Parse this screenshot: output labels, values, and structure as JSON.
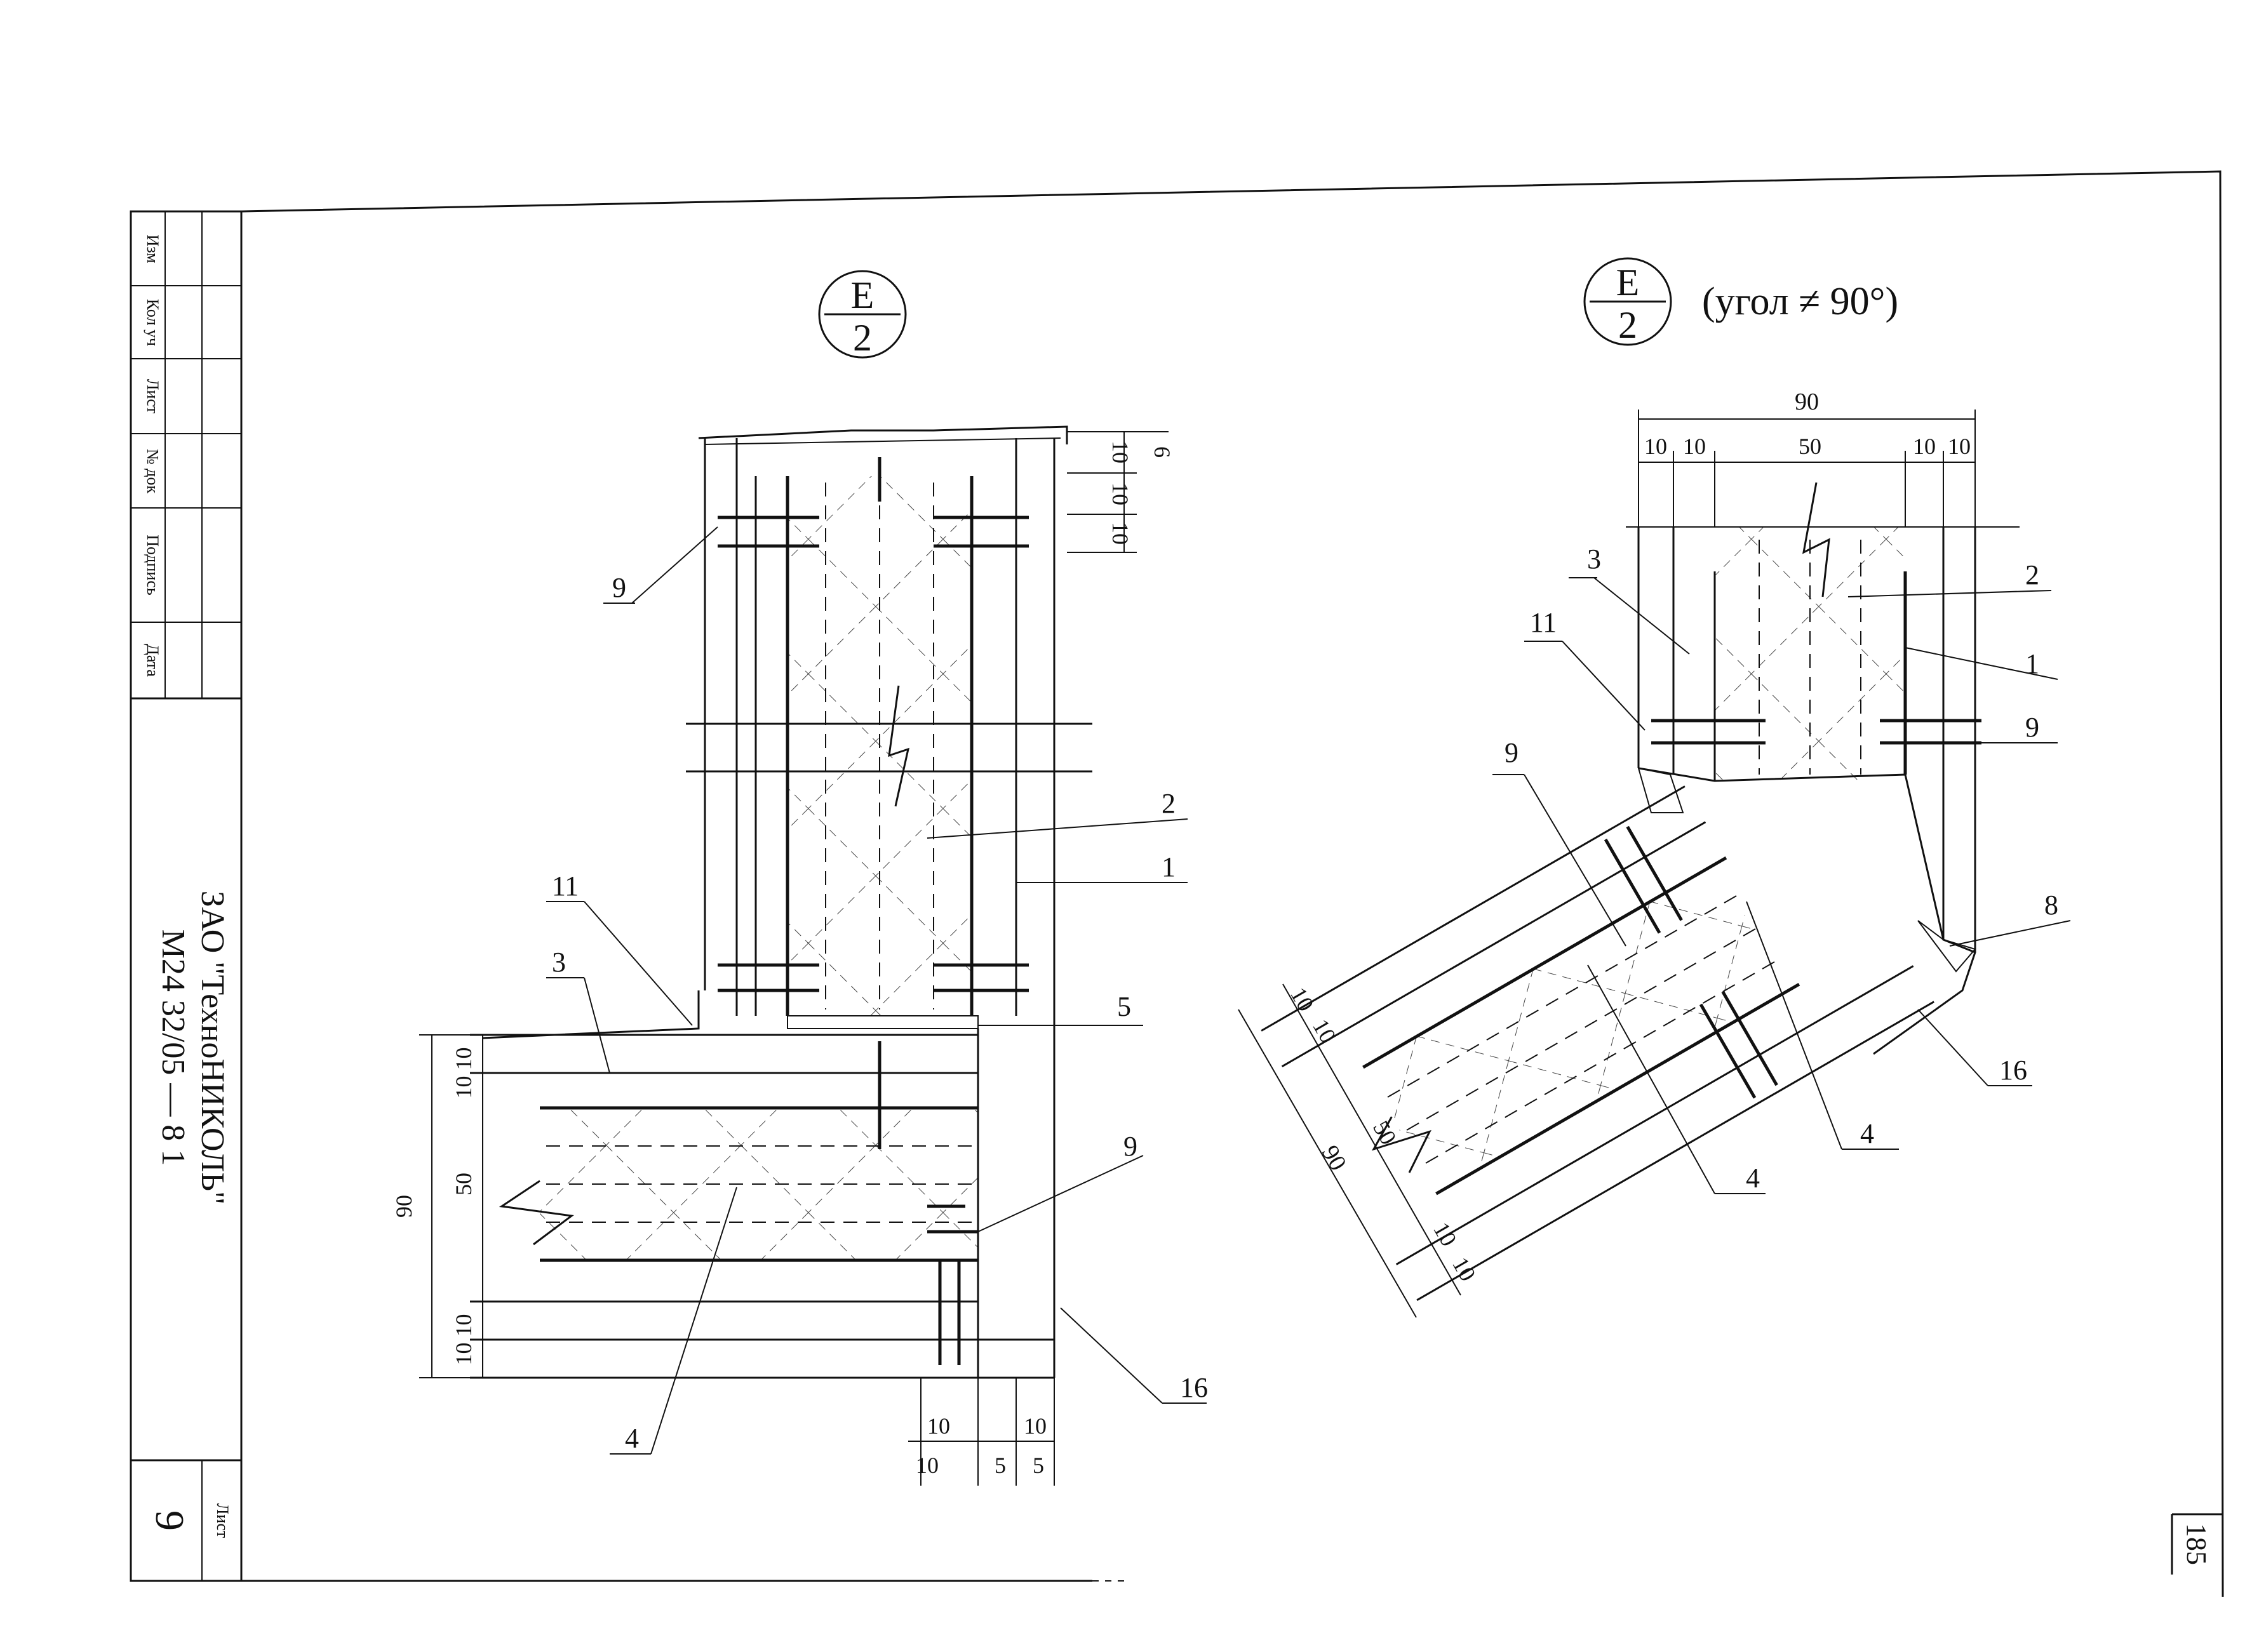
{
  "stamp": {
    "rows": [
      "Изм",
      "Кол уч",
      "Лист",
      "№ док",
      "Подпись",
      "Дата"
    ],
    "company": "ЗАО \"ТехноНИКОЛЬ\"",
    "code": "М24 32/05  —  8 1",
    "sheet_label": "Лист",
    "sheet_number": "9"
  },
  "page_number": "185",
  "left_detail": {
    "marker_top": "Е",
    "marker_bottom": "2",
    "callouts": [
      "9",
      "2",
      "1",
      "11",
      "3",
      "5",
      "9",
      "4",
      "16"
    ],
    "dims": {
      "top_right": [
        "6",
        "10",
        "10",
        "10"
      ],
      "left_total": "90",
      "left_parts": [
        "10 10",
        "50",
        "10 10"
      ],
      "bottom_row1": [
        "10",
        "10"
      ],
      "bottom_row2": [
        "10",
        "5",
        "5"
      ]
    }
  },
  "right_detail": {
    "marker_top": "Е",
    "marker_bottom": "2",
    "note": "(угол ≠ 90°)",
    "callouts": [
      "3",
      "2",
      "11",
      "1",
      "9",
      "9",
      "8",
      "16",
      "4",
      "4"
    ],
    "dims": {
      "top_total": "90",
      "top_parts": [
        "10",
        "10",
        "50",
        "10",
        "10"
      ],
      "diag_total": "90",
      "diag_parts": [
        "10",
        "10",
        "50",
        "10",
        "10"
      ]
    }
  }
}
